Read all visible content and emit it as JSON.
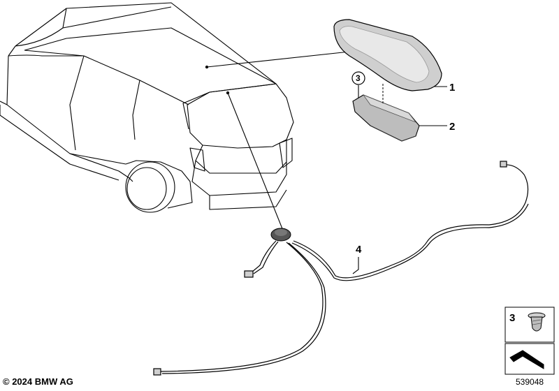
{
  "callouts": {
    "roof_antenna_cover": "1",
    "antenna_module": "2",
    "screw_on_module": "3",
    "antenna_cable": "4",
    "legend_screw": "3"
  },
  "footer": {
    "copyright": "© 2024 BMW AG",
    "diagram_number": "539048"
  },
  "colors": {
    "line": "#000000",
    "part_fill": "#cfcfcf",
    "part_dark": "#555555"
  }
}
